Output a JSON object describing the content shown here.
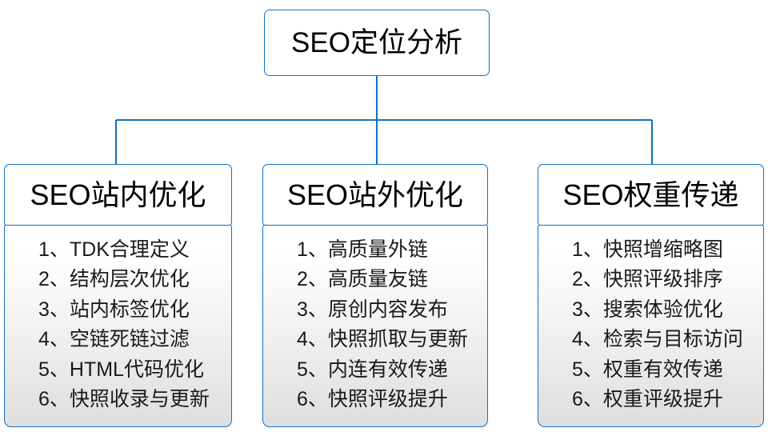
{
  "diagram": {
    "type": "org-tree",
    "root": {
      "label": "SEO定位分析"
    },
    "branches": [
      {
        "header": "SEO站内优化",
        "items": [
          "1、TDK合理定义",
          "2、结构层次优化",
          "3、站内标签优化",
          "4、空链死链过滤",
          "5、HTML代码优化",
          "6、快照收录与更新"
        ]
      },
      {
        "header": "SEO站外优化",
        "items": [
          "1、高质量外链",
          "2、高质量友链",
          "3、原创内容发布",
          "4、快照抓取与更新",
          "5、内连有效传递",
          "6、快照评级提升"
        ]
      },
      {
        "header": "SEO权重传递",
        "items": [
          "1、快照增缩略图",
          "2、快照评级排序",
          "3、搜索体验优化",
          "4、检索与目标访问",
          "5、权重有效传递",
          "6、权重评级提升"
        ]
      }
    ],
    "colors": {
      "line": "#1270c0",
      "border": "#1270c0",
      "root_fill": "#ffffff",
      "header_fill": "#ffffff",
      "body_fill_top": "#ffffff",
      "body_fill_bottom": "#dedede",
      "text": "#000000",
      "background": "#ffffff"
    }
  }
}
